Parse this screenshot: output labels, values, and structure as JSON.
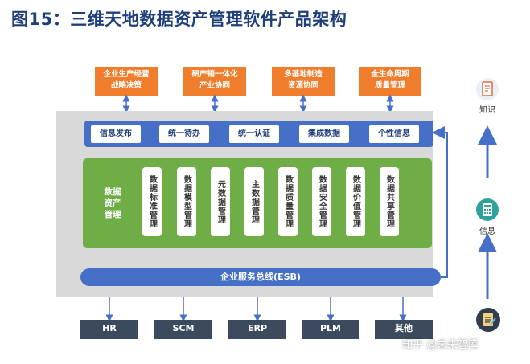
{
  "title": "图15：三维天地数据资产管理软件产品架构",
  "top_boxes": [
    "企业生产经营\n战略决策",
    "研产销一体化\n产业协同",
    "多基地制造\n资源协同",
    "全生命周期\n质量管理"
  ],
  "portal_items": [
    "信息发布",
    "统一待办",
    "统一认证",
    "集成数据",
    "个性信息"
  ],
  "asset_label": "数据\n资产\n管理",
  "asset_modules": [
    "数据标准管理",
    "数据模型管理",
    "元数据管理",
    "主数据管理",
    "数据质量管理",
    "数据安全管理",
    "数据价值管理",
    "数据共享管理"
  ],
  "esb_label": "企业服务总线(ESB)",
  "systems": [
    "HR",
    "SCM",
    "ERP",
    "PLM",
    "其他"
  ],
  "side_labels": [
    "知识",
    "信息"
  ],
  "watermark": "知乎 @未来智库",
  "colors": {
    "orange": "#ef7d2b",
    "blue": "#4670c8",
    "green": "#6fad47",
    "dark": "#3b4a5c",
    "title": "#1f3f7a"
  }
}
